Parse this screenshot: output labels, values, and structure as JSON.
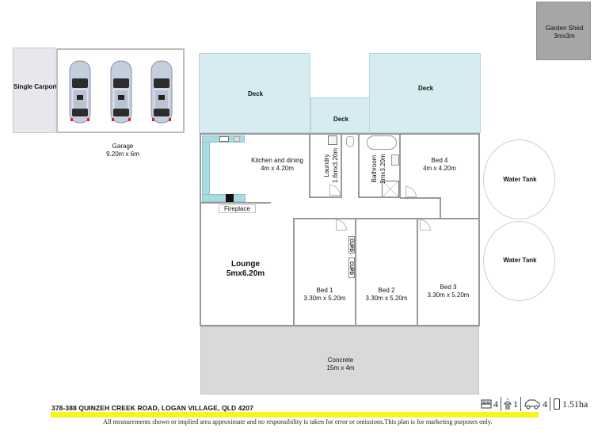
{
  "plan": {
    "carport": {
      "label": "Single Carport"
    },
    "garage": {
      "name": "Garage",
      "size": "9.20m x 6m",
      "cars": 3
    },
    "garden_shed": {
      "name": "Garden Shed",
      "size": "3mx3m"
    },
    "decks": [
      {
        "label": "Deck"
      },
      {
        "label": "Deck"
      },
      {
        "label": "Deck"
      }
    ],
    "rooms": {
      "kitchen": {
        "name": "Kitchen and dining",
        "size": "4m x 4.20m"
      },
      "fireplace": {
        "name": "Fireplace"
      },
      "laundry": {
        "name": "Laundry",
        "size": "1.6mx3.20m"
      },
      "bathroom": {
        "name": "Bathroom",
        "size": "2mx3.20m"
      },
      "bed4": {
        "name": "Bed 4",
        "size": "4m x 4.20m"
      },
      "lounge": {
        "name": "Lounge",
        "size": "5mx6.20m"
      },
      "bed1": {
        "name": "Bed 1",
        "size": "3.30m x 5.20m"
      },
      "bed2": {
        "name": "Bed 2",
        "size": "3.30m x 5.20m"
      },
      "bed3": {
        "name": "Bed 3",
        "size": "3.30m x 5.20m"
      },
      "cupd1": {
        "name": "CUPD"
      },
      "cupd2": {
        "name": "CUPD"
      },
      "concrete": {
        "name": "Concrete",
        "size": "15m x 4m"
      }
    },
    "water_tanks": [
      {
        "label": "Water Tank"
      },
      {
        "label": "Water Tank"
      }
    ]
  },
  "footer": {
    "address": "378-388 QUINZEH CREEK ROAD, LOGAN VILLAGE, QLD 4207",
    "disclaimer": "All measurements shown or implied area approximate and no responsibility is taken for error or omissions.This plan is for marketing purposes only.",
    "highlight_color": "#f8f51c",
    "stats": {
      "bedrooms": {
        "icon": "bed-icon",
        "value": "4"
      },
      "bathrooms": {
        "icon": "shower-icon",
        "value": "1"
      },
      "car_spaces": {
        "icon": "car-icon",
        "value": "4"
      },
      "land_area": {
        "icon": "land-icon",
        "value": "1.51ha"
      }
    }
  },
  "colors": {
    "deck": "#d6ecf0",
    "kitchen_bench": "#a9dbe3",
    "concrete": "#d9d9d9",
    "shed": "#a6a6a6",
    "carport": "#e9e7ee",
    "walls": "#9a9a9a"
  }
}
